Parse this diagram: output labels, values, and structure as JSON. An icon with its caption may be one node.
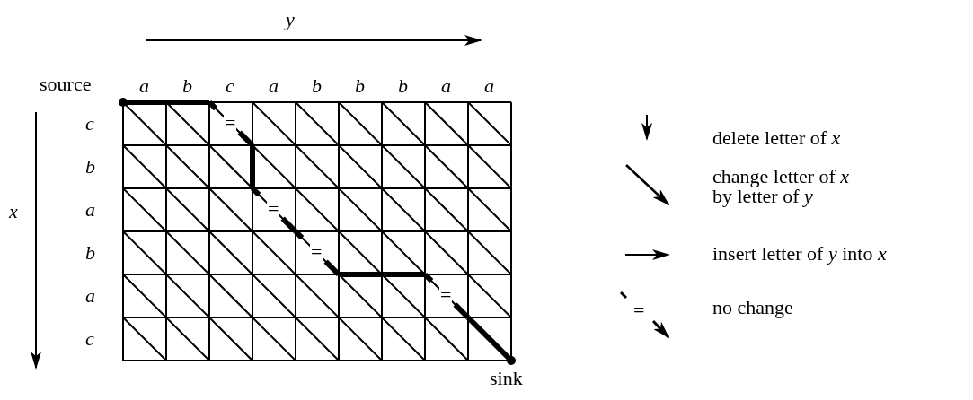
{
  "diagram": {
    "labels": [
      "y",
      "source",
      "a",
      "b",
      "c",
      "a",
      "b",
      "b",
      "b",
      "a",
      "a",
      "x",
      "c",
      "b",
      "a",
      "b",
      "a",
      "c",
      "=",
      "=",
      "=",
      "=",
      "=",
      "sink"
    ],
    "legend": [
      {
        "text": "delete letter of *x*"
      },
      {
        "text": "change letter of *x* by letter of *y*"
      },
      {
        "text": "insert letter of *y* into *x*"
      },
      {
        "text": "no change"
      }
    ]
  }
}
